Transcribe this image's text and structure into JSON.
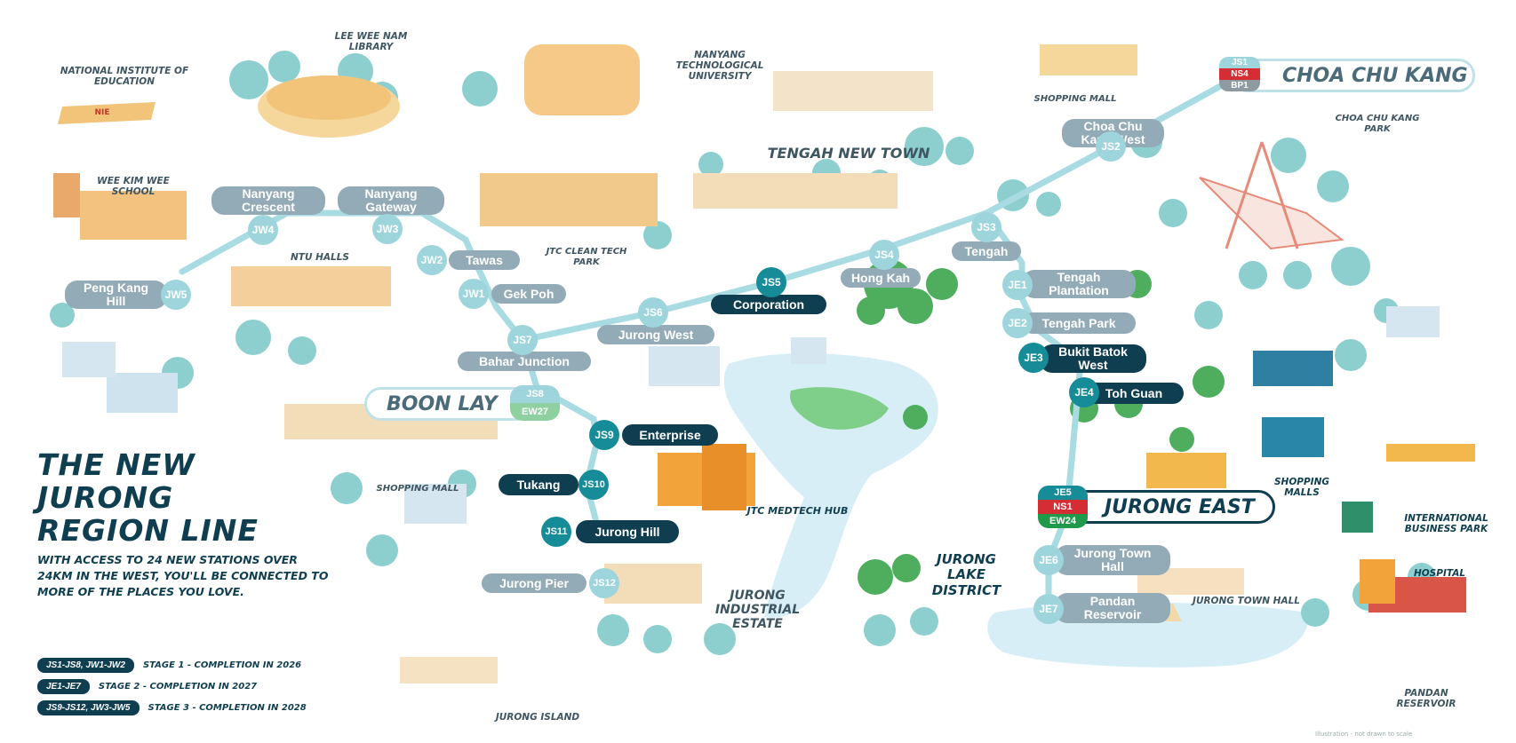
{
  "colors": {
    "line": "#a9dbe2",
    "dark": "#0f3e50",
    "station_light": "#93abb6",
    "nsl": "#d42e34",
    "ewl": "#1f9a4a",
    "bpl": "#8d9aa1",
    "tree": "#7cc7c9",
    "water": "#d8eef6"
  },
  "title": {
    "line1": "THE NEW",
    "line2": "JURONG",
    "line3": "REGION LINE"
  },
  "subtitle": "WITH ACCESS TO 24 NEW STATIONS OVER 24KM IN THE WEST, YOU'LL BE CONNECTED TO MORE OF THE PLACES YOU LOVE.",
  "legend": [
    {
      "badge": "JS1-JS8, JW1-JW2",
      "text": "STAGE 1 - COMPLETION IN 2026"
    },
    {
      "badge": "JE1-JE7",
      "text": "STAGE 2 - COMPLETION IN 2027"
    },
    {
      "badge": "JS9-JS12, JW3-JW5",
      "text": "STAGE 3 - COMPLETION IN 2028"
    }
  ],
  "interchanges": {
    "choa_chu_kang": {
      "name": "CHOA CHU KANG",
      "codes": [
        "JS1",
        "NS4",
        "BP1"
      ]
    },
    "boon_lay": {
      "name": "BOON LAY",
      "codes": [
        "JS8",
        "EW27"
      ]
    },
    "jurong_east": {
      "name": "JURONG EAST",
      "codes": [
        "JE5",
        "NS1",
        "EW24"
      ]
    }
  },
  "stations": [
    {
      "code": "JS2",
      "name": "Choa Chu Kang West",
      "style": "light"
    },
    {
      "code": "JS3",
      "name": "Tengah",
      "style": "light"
    },
    {
      "code": "JS4",
      "name": "Hong Kah",
      "style": "light"
    },
    {
      "code": "JS5",
      "name": "Corporation",
      "style": "dark"
    },
    {
      "code": "JS6",
      "name": "Jurong West",
      "style": "light"
    },
    {
      "code": "JS7",
      "name": "Bahar Junction",
      "style": "light"
    },
    {
      "code": "JS9",
      "name": "Enterprise",
      "style": "dark"
    },
    {
      "code": "JS10",
      "name": "Tukang",
      "style": "dark"
    },
    {
      "code": "JS11",
      "name": "Jurong Hill",
      "style": "dark"
    },
    {
      "code": "JS12",
      "name": "Jurong Pier",
      "style": "light"
    },
    {
      "code": "JW1",
      "name": "Gek Poh",
      "style": "light"
    },
    {
      "code": "JW2",
      "name": "Tawas",
      "style": "light"
    },
    {
      "code": "JW3",
      "name": "Nanyang Gateway",
      "style": "light"
    },
    {
      "code": "JW4",
      "name": "Nanyang Crescent",
      "style": "light"
    },
    {
      "code": "JW5",
      "name": "Peng Kang Hill",
      "style": "light"
    },
    {
      "code": "JE1",
      "name": "Tengah Plantation",
      "style": "light"
    },
    {
      "code": "JE2",
      "name": "Tengah Park",
      "style": "light"
    },
    {
      "code": "JE3",
      "name": "Bukit Batok West",
      "style": "dark"
    },
    {
      "code": "JE4",
      "name": "Toh Guan",
      "style": "dark"
    },
    {
      "code": "JE6",
      "name": "Jurong Town Hall",
      "style": "light"
    },
    {
      "code": "JE7",
      "name": "Pandan Reservoir",
      "style": "light"
    }
  ],
  "landmarks": [
    "NATIONAL INSTITUTE OF EDUCATION",
    "LEE WEE NAM LIBRARY",
    "NANYANG TECHNOLOGICAL UNIVERSITY",
    "SHOPPING MALL",
    "CHOA CHU KANG PARK",
    "TENGAH NEW TOWN",
    "WEE KIM WEE SCHOOL",
    "NTU HALLS",
    "JTC CLEAN TECH PARK",
    "SHOPPING MALL",
    "JTC MEDTECH HUB",
    "JURONG INDUSTRIAL ESTATE",
    "JURONG LAKE DISTRICT",
    "SHOPPING MALLS",
    "INTERNATIONAL BUSINESS PARK",
    "HOSPITAL",
    "JURONG TOWN HALL",
    "PANDAN RESERVOIR",
    "JURONG ISLAND"
  ],
  "landmark_icons": {
    "nie": "NIE"
  },
  "credit": "Illustration - not drawn to scale"
}
